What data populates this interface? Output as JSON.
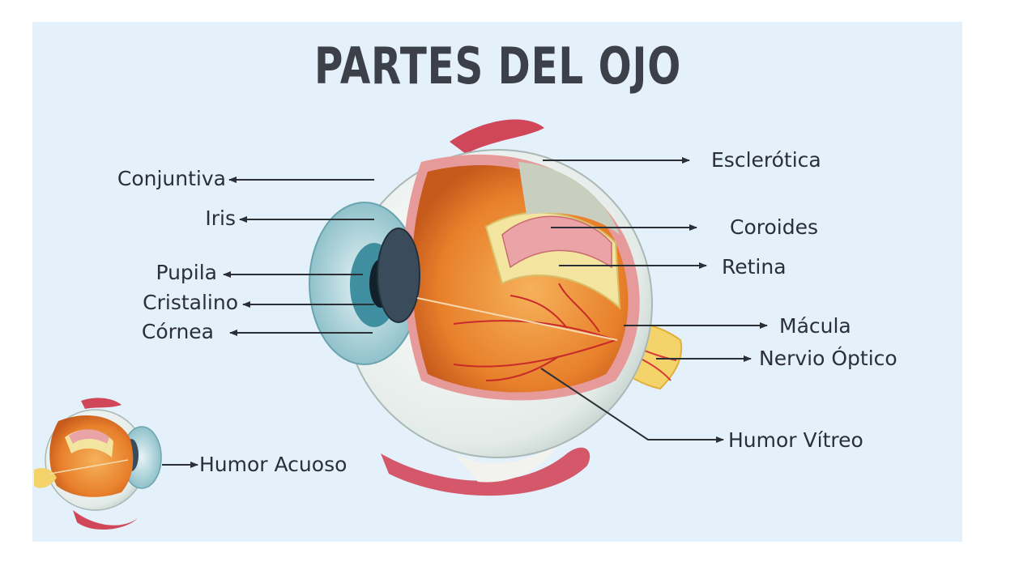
{
  "title": "PARTES DEL OJO",
  "labels": {
    "conjuntiva": "Conjuntiva",
    "iris": "Iris",
    "pupila": "Pupila",
    "cristalino": "Cristalino",
    "cornea": "Córnea",
    "esclerotica": "Esclerótica",
    "coroides": "Coroides",
    "retina": "Retina",
    "macula": "Mácula",
    "nervio_optico": "Nervio Óptico",
    "humor_vitreo": "Humor Vítreo",
    "humor_acuoso": "Humor Acuoso"
  },
  "colors": {
    "background_panel": "#e4f1fb",
    "title": "#3b4049",
    "label_text": "#2b2f36",
    "arrow": "#2b2f36",
    "sclera": "#eef2f0",
    "vitreous": "#e9842e",
    "retina": "#f3e4a0",
    "choroid": "#e79a9a",
    "cornea": "#bfe0e6",
    "lens": "#3a4b5c",
    "muscle": "#d1475a",
    "optic_nerve": "#f4d46a"
  }
}
